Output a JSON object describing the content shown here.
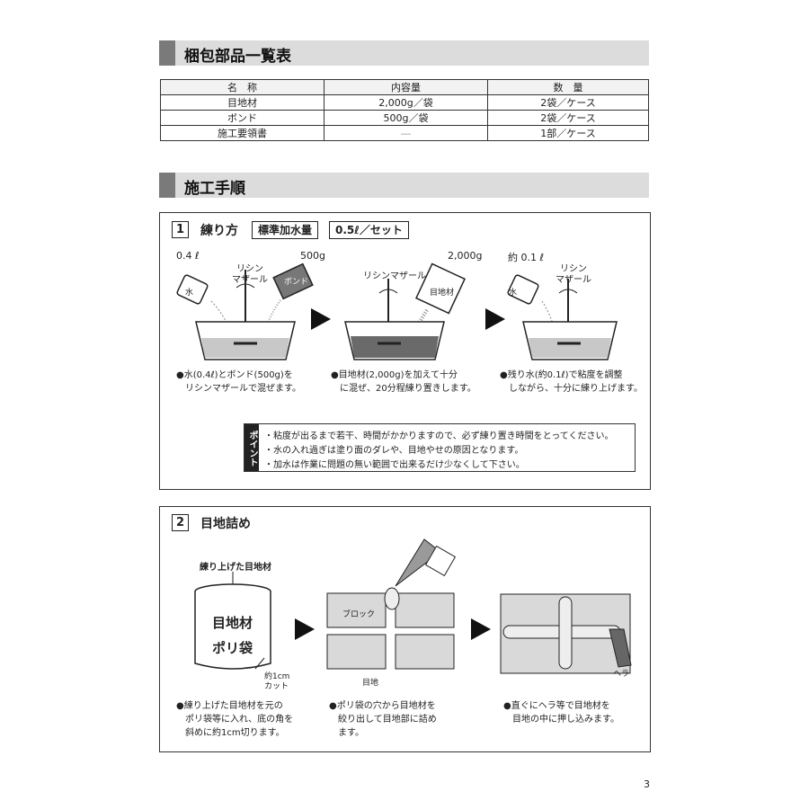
{
  "parts_section": {
    "title": "梱包部品一覧表",
    "headers": [
      "名　称",
      "内容量",
      "数　量"
    ],
    "rows": [
      [
        "目地材",
        "2,000g／袋",
        "2袋／ケース"
      ],
      [
        "ボンド",
        "500g／袋",
        "2袋／ケース"
      ],
      [
        "施工要領書",
        "―",
        "1部／ケース"
      ]
    ]
  },
  "procedure_section": {
    "title": "施工手順"
  },
  "step1": {
    "number": "1",
    "title": "練り方",
    "tag1": "標準加水量",
    "tag2": "0.5ℓ／セット",
    "p1": {
      "amount_water": "0.4 ℓ",
      "amount_bond": "500g",
      "mixer": "リシン\nマザール",
      "water": "水",
      "bond": "ボンド",
      "cap1": "●水(0.4ℓ)とボンド(500g)を",
      "cap2": "リシンマザールで混ぜます。"
    },
    "p2": {
      "amount": "2,000g",
      "mixer": "リシンマザール",
      "material": "目地材",
      "cap1": "●目地材(2,000g)を加えて十分",
      "cap2": "に混ぜ、20分程練り置きします。"
    },
    "p3": {
      "amount": "約 0.1 ℓ",
      "mixer": "リシン\nマザール",
      "water": "水",
      "cap1": "●残り水(約0.1ℓ)で粘度を調整",
      "cap2": "しながら、十分に練り上げます。"
    },
    "point": {
      "label": "ポイント",
      "lines": [
        "・粘度が出るまで若干、時間がかかりますので、必ず練り置き時間をとってください。",
        "・水の入れ過ぎは塗り面のダレや、目地やせの原因となります。",
        "・加水は作業に問題の無い範囲で出来るだけ少なくして下さい。"
      ]
    }
  },
  "step2": {
    "number": "2",
    "title": "目地詰め",
    "p1": {
      "label_top": "練り上げた目地材",
      "bag1": "目地材",
      "bag2": "ポリ袋",
      "cut1": "約1cm",
      "cut2": "カット",
      "cap1": "●練り上げた目地材を元の",
      "cap2": "ポリ袋等に入れ、底の角を",
      "cap3": "斜めに約1cm切ります。"
    },
    "p2": {
      "block": "ブロック",
      "joint": "目地",
      "cap1": "●ポリ袋の穴から目地材を",
      "cap2": "絞り出して目地部に詰め",
      "cap3": "ます。"
    },
    "p3": {
      "spatula": "ヘラ",
      "cap1": "●直ぐにヘラ等で目地材を",
      "cap2": "目地の中に押し込みます。"
    }
  },
  "page_number": "3"
}
